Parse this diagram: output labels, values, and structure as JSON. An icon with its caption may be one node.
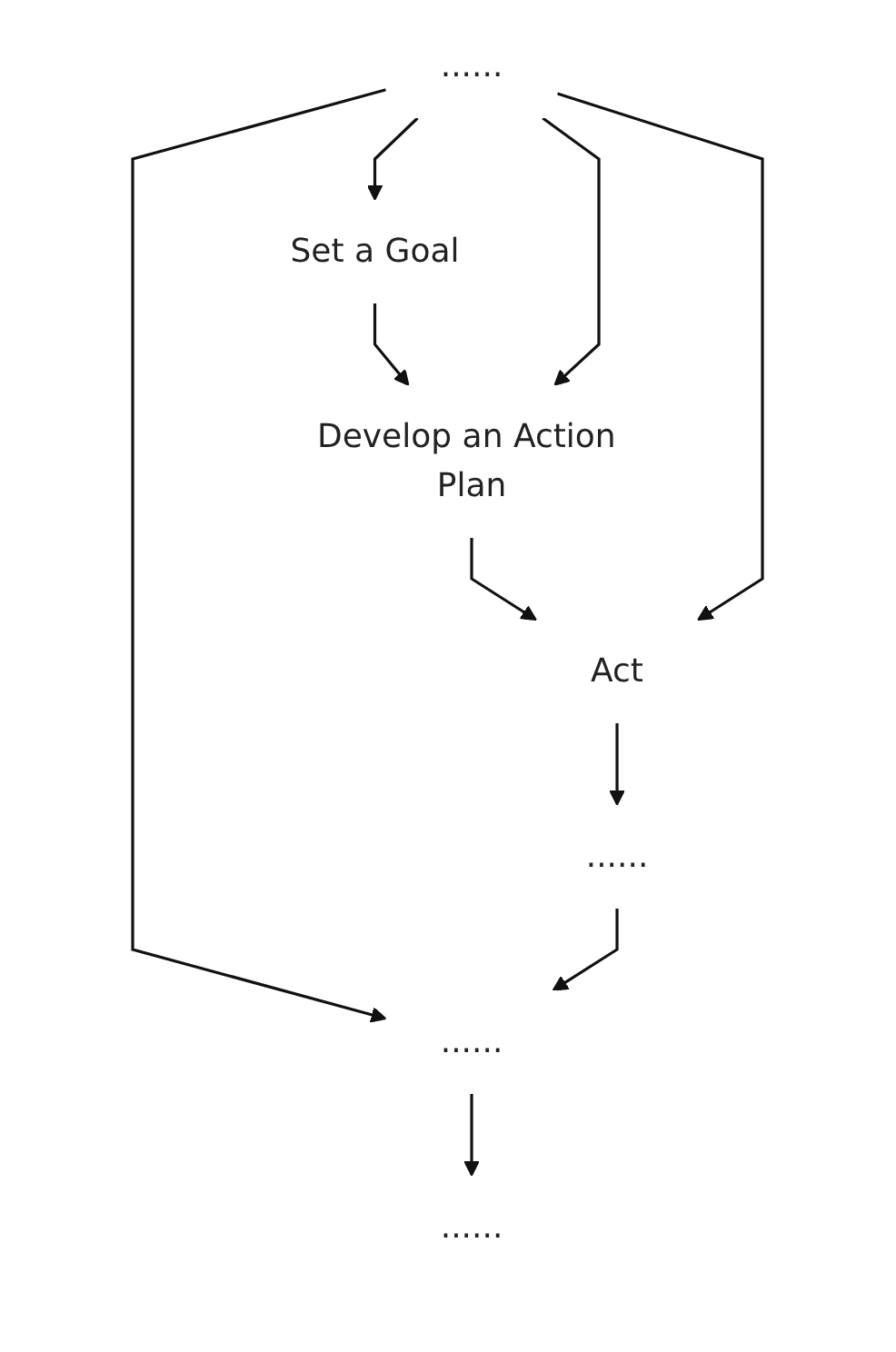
{
  "diagram": {
    "nodes": [
      {
        "text": [
          "Set a Goal"
        ]
      },
      {
        "text": [
          "Develop an Action Plan"
        ]
      },
      {
        "text": [
          "Act"
        ]
      },
      {
        "text": [
          "......"
        ]
      },
      {
        "text": [
          "......"
        ]
      },
      {
        "text": [
          "......"
        ]
      },
      {
        "text": [
          "......"
        ]
      }
    ],
    "edges": [
      {
        "from": 0,
        "to": 1,
        "arrow": "to"
      },
      {
        "from": 1,
        "to": 2,
        "arrow": "to"
      },
      {
        "from": 2,
        "to": 4,
        "arrow": "to"
      },
      {
        "from": 3,
        "to": 0,
        "arrow": "to"
      },
      {
        "from": 3,
        "to": 1,
        "arrow": "to"
      },
      {
        "from": 3,
        "to": 2,
        "arrow": "to"
      },
      {
        "from": 3,
        "to": 5,
        "arrow": "to"
      },
      {
        "from": 4,
        "to": 5,
        "arrow": "to"
      },
      {
        "from": 5,
        "to": 6,
        "arrow": "to"
      }
    ]
  }
}
